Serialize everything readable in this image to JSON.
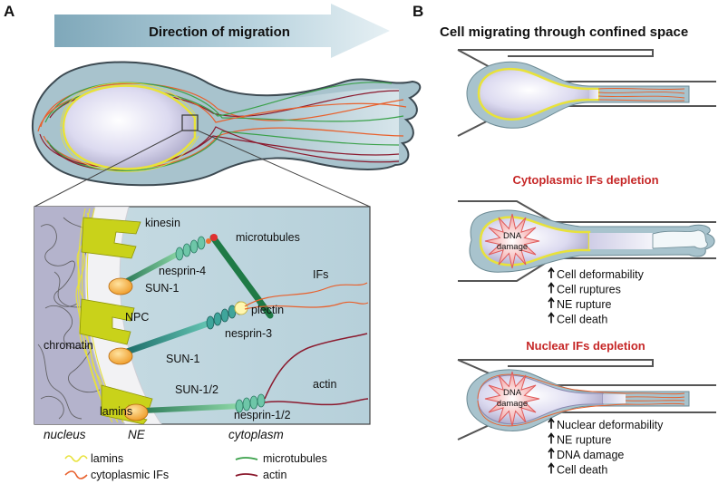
{
  "panel_a": {
    "letter": "A",
    "arrow_label": "Direction of migration",
    "inset_labels": {
      "kinesin": "kinesin",
      "microtubules": "microtubules",
      "nesprin4": "nesprin-4",
      "sun1_top": "SUN-1",
      "npc": "NPC",
      "ifs": "IFs",
      "plectin": "plectin",
      "nesprin3": "nesprin-3",
      "chromatin": "chromatin",
      "sun1_mid": "SUN-1",
      "sun12": "SUN-1/2",
      "actin": "actin",
      "lamins": "lamins",
      "nesprin12": "nesprin-1/2"
    },
    "compartments": {
      "nucleus": "nucleus",
      "ne": "NE",
      "cytoplasm": "cytoplasm"
    },
    "legend": [
      {
        "label": "lamins",
        "color": "#e8e23a"
      },
      {
        "label": "cytoplasmic IFs",
        "color": "#e8602c"
      },
      {
        "label": "microtubules",
        "color": "#3aa14a"
      },
      {
        "label": "actin",
        "color": "#8b1a2e"
      }
    ]
  },
  "panel_b": {
    "letter": "B",
    "title": "Cell migrating through confined space",
    "scenarios": [
      {
        "title": "",
        "dna_label": "",
        "effects": []
      },
      {
        "title": "Cytoplasmic IFs depletion",
        "dna_label": "DNA\ndamage",
        "effects": [
          "Cell deformability",
          "Cell ruptures",
          "NE rupture",
          "Cell death"
        ]
      },
      {
        "title": "Nuclear IFs depletion",
        "dna_label": "DNA\ndamage",
        "effects": [
          "Nuclear deformability",
          "NE rupture",
          "DNA damage",
          "Cell death"
        ]
      }
    ]
  },
  "colors": {
    "cell": "#a8c3cd",
    "cell_edge": "#3d4a52",
    "nucleus": "#d4d2e6",
    "lamin": "#e8e23a",
    "cyto_if": "#e8602c",
    "microtubule": "#3aa14a",
    "actin": "#8b1a2e",
    "teal": "#2f8f86",
    "sun": "#f0a030",
    "red_title": "#c62828"
  }
}
